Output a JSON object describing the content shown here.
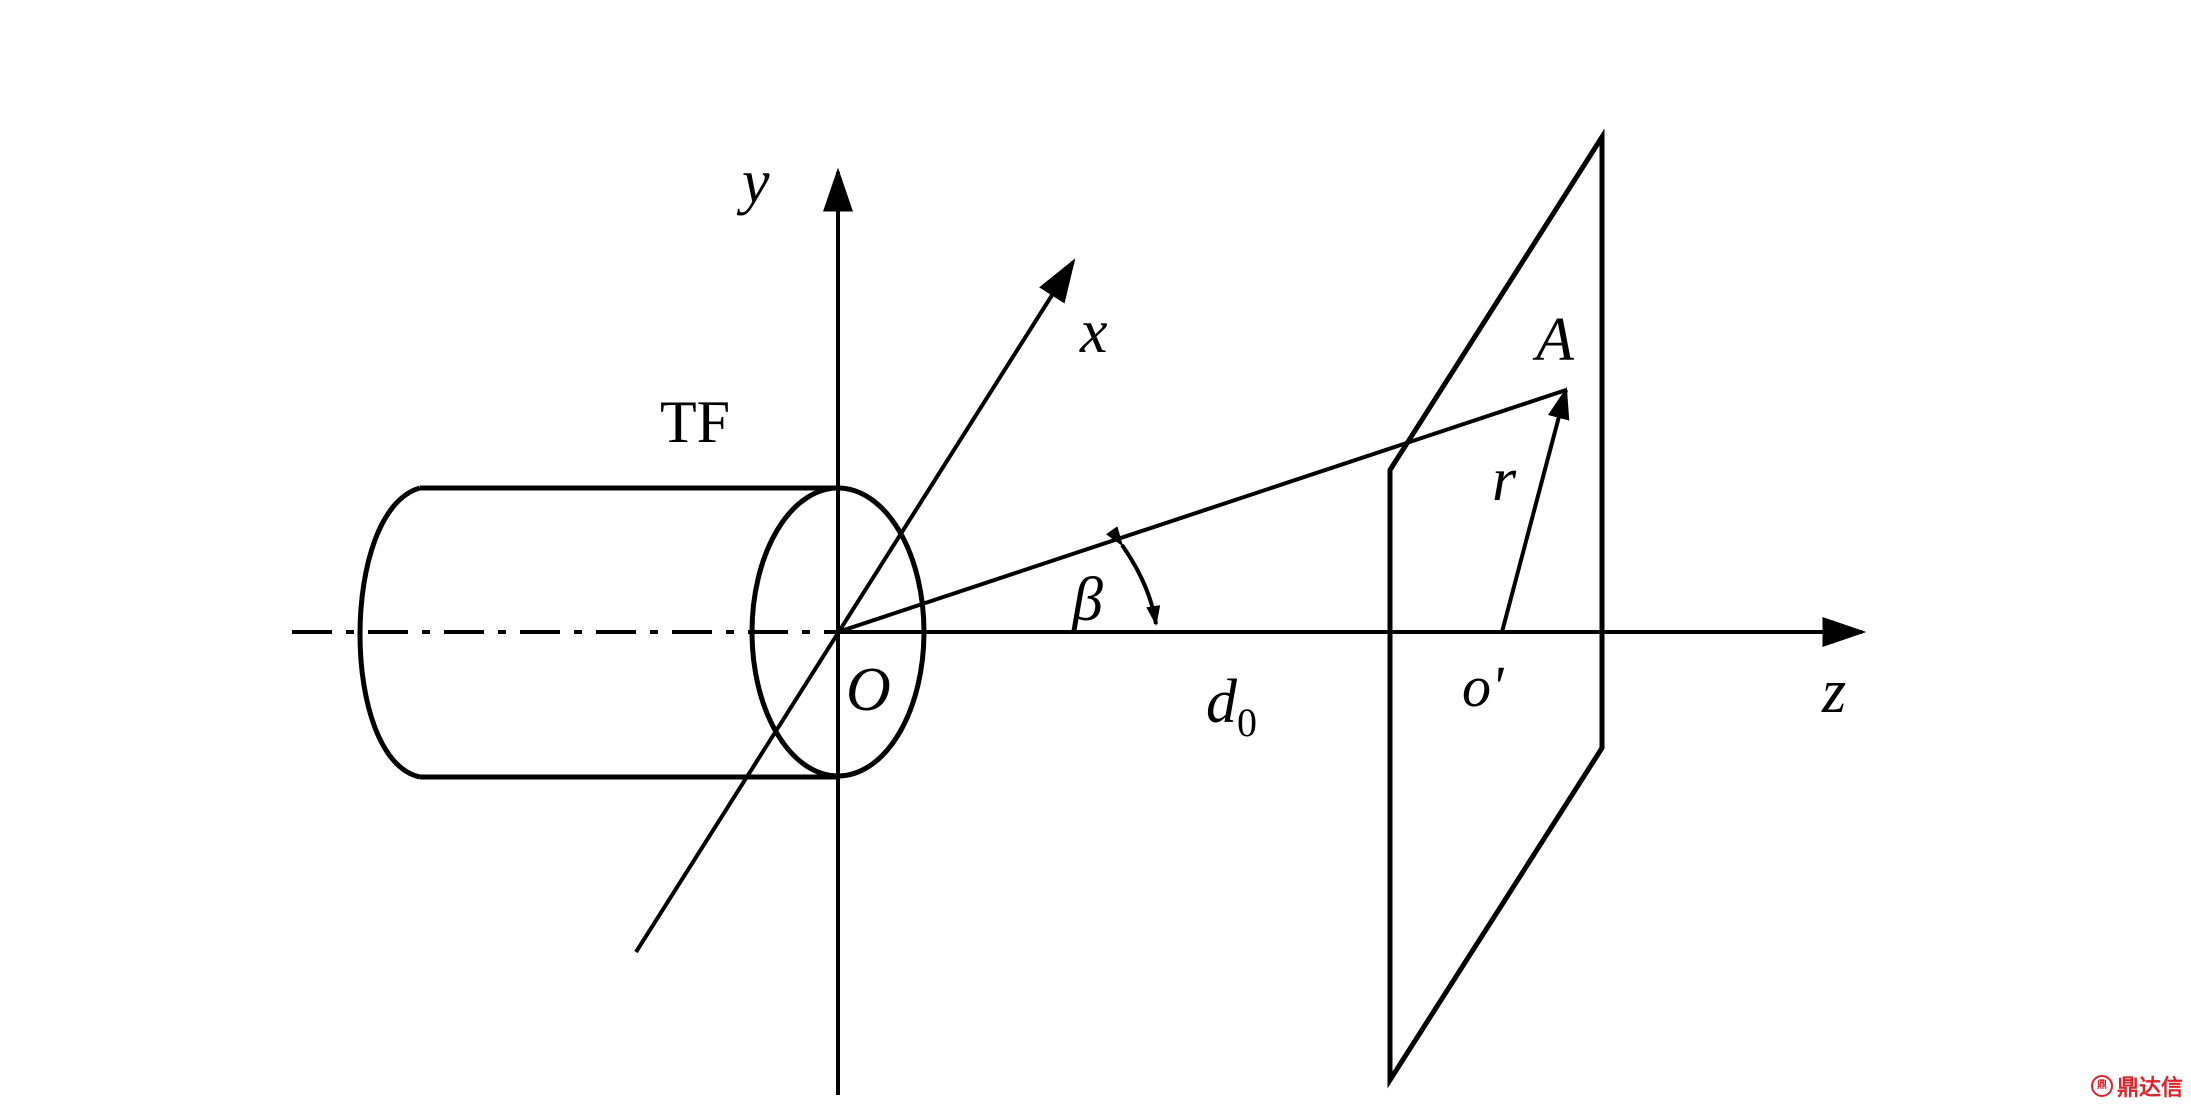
{
  "labels": {
    "y_axis": "y",
    "x_axis": "x",
    "z_axis": "z",
    "fiber": "TF",
    "origin": "O",
    "point": "A",
    "radius": "r",
    "angle": "β",
    "distance_main": "d",
    "distance_sub": "0",
    "screen_center": "o'"
  },
  "watermark": {
    "text": "鼎达信",
    "color": "#d9262b"
  },
  "colors": {
    "stroke": "#000000",
    "background": "#ffffff"
  }
}
